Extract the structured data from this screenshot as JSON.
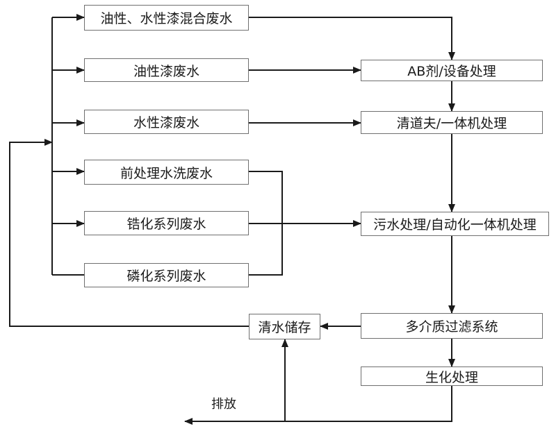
{
  "sources": {
    "mixed": "油性、水性漆混合废水",
    "oily": "油性漆废水",
    "water": "水性漆废水",
    "pretreat": "前处理水洗废水",
    "zirconium": "锆化系列废水",
    "phosphating": "磷化系列废水"
  },
  "process": {
    "ab": "AB剂/设备处理",
    "qingdaofu": "清道夫/一体机处理",
    "sewage": "污水处理/自动化一体机处理",
    "multimedia": "多介质过滤系统",
    "bio": "生化处理"
  },
  "storage": "清水储存",
  "discharge": "排放",
  "colors": {
    "box_border": "#6f6f6f",
    "line": "#1a1a1a"
  }
}
